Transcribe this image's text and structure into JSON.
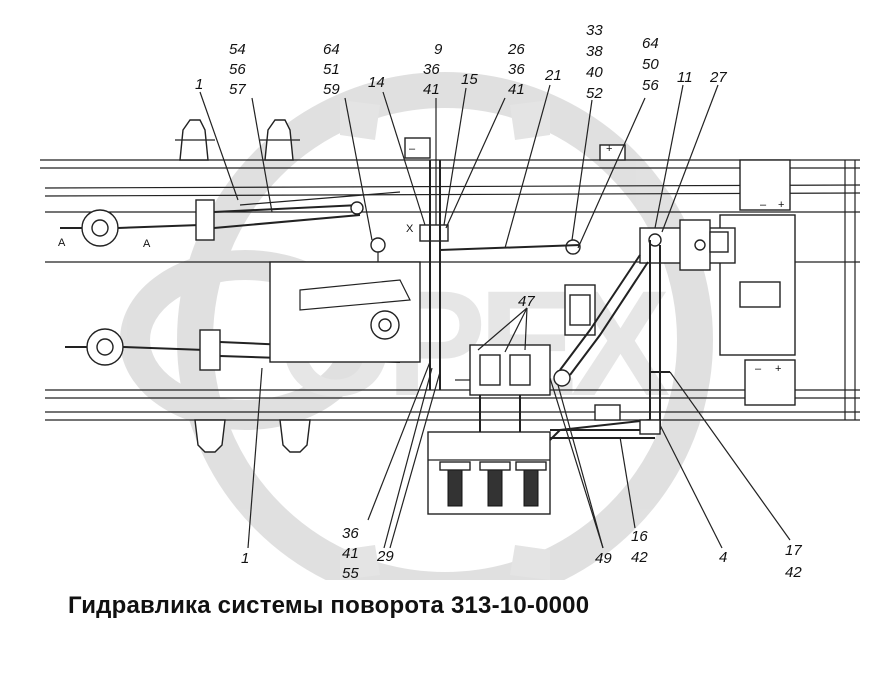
{
  "caption": "Гидравлика системы поворота 313-10-0000",
  "watermark": "ОРЕХ",
  "frame_marks": {
    "a_left": "A",
    "a_right": "A",
    "x_mark": "X",
    "minus_top": "–",
    "plus_top": "+",
    "minus_right": "–",
    "plus_right": "+",
    "minus_bottom": "–",
    "plus_bottom": "+"
  },
  "callouts": {
    "c1_top": "1",
    "c54": "54",
    "c56a": "56",
    "c57": "57",
    "c64a": "64",
    "c51": "51",
    "c59": "59",
    "c14": "14",
    "c9": "9",
    "c36a": "36",
    "c41a": "41",
    "c15": "15",
    "c26": "26",
    "c36b": "36",
    "c41b": "41",
    "c21": "21",
    "c33": "33",
    "c38": "38",
    "c40": "40",
    "c52": "52",
    "c64b": "64",
    "c50": "50",
    "c56b": "56",
    "c11": "11",
    "c27": "27",
    "c47": "47",
    "c1_bottom": "1",
    "c36c": "36",
    "c41c": "41",
    "c55": "55",
    "c29": "29",
    "c49": "49",
    "c16": "16",
    "c42a": "42",
    "c4": "4",
    "c17": "17",
    "c42b": "42"
  },
  "colors": {
    "line": "#222222",
    "watermark": "#c8c8c8",
    "background": "#ffffff"
  }
}
